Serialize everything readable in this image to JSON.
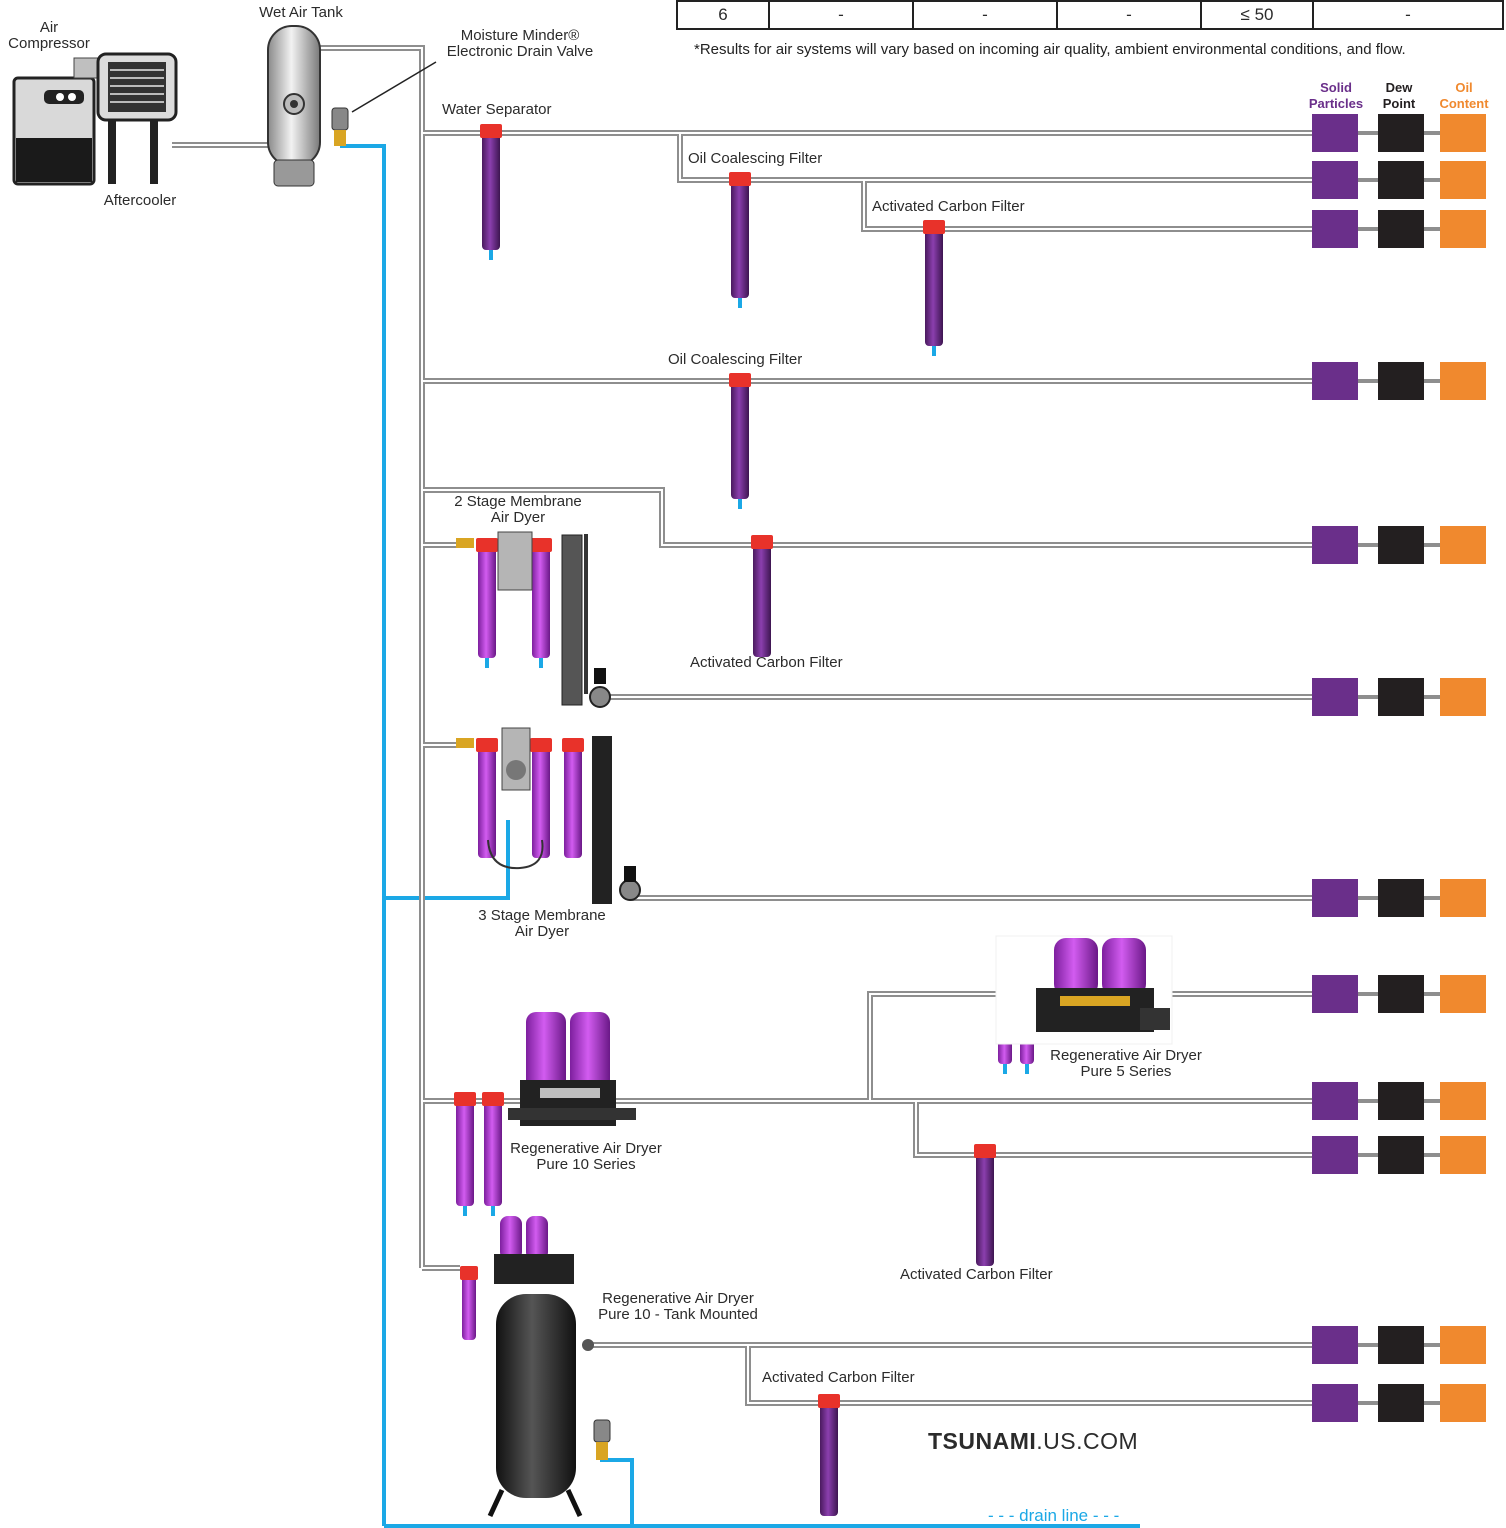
{
  "results_table": {
    "row": [
      "6",
      "-",
      "-",
      "-",
      "≤ 50",
      "-"
    ]
  },
  "results_note": "*Results for air systems will vary based on incoming air quality, ambient environmental conditions, and flow.",
  "column_headers": {
    "solid": [
      "Solid",
      "Particles"
    ],
    "dew": [
      "Dew",
      "Point"
    ],
    "oil": [
      "Oil",
      "Content"
    ]
  },
  "labels": {
    "air_compressor": [
      "Air",
      "Compressor"
    ],
    "aftercooler": "Aftercooler",
    "wet_air_tank": "Wet Air Tank",
    "drain_valve": [
      "Moisture Minder®",
      "Electronic Drain Valve"
    ],
    "water_separator": "Water Separator",
    "oil_coalescing_1": "Oil Coalescing Filter",
    "activated_carbon_1": "Activated Carbon Filter",
    "oil_coalescing_2": "Oil Coalescing Filter",
    "membrane_2": [
      "2 Stage Membrane",
      "Air Dyer"
    ],
    "activated_carbon_2": "Activated Carbon Filter",
    "membrane_3": [
      "3 Stage Membrane",
      "Air Dyer"
    ],
    "regen_pure5": [
      "Regenerative Air Dryer",
      "Pure 5 Series"
    ],
    "regen_pure10": [
      "Regenerative Air Dryer",
      "Pure 10 Series"
    ],
    "activated_carbon_3": "Activated Carbon Filter",
    "regen_tank": [
      "Regenerative Air Dryer",
      "Pure 10 - Tank Mounted"
    ],
    "activated_carbon_4": "Activated Carbon Filter"
  },
  "brand": {
    "bold": "TSUNAMI",
    "rest": ".US.COM"
  },
  "drain_line": "- - - drain line - - -",
  "colors": {
    "pipe": "#8e8e8e",
    "drain": "#1ba8e6",
    "filter": "#6b2a86",
    "filter_cap": "#e8322a",
    "solid_box": "#6a2f8a",
    "dew_box": "#231f20",
    "oil_box": "#f0892e",
    "solid_text": "#6a2f8a",
    "oil_text": "#f0892e"
  }
}
